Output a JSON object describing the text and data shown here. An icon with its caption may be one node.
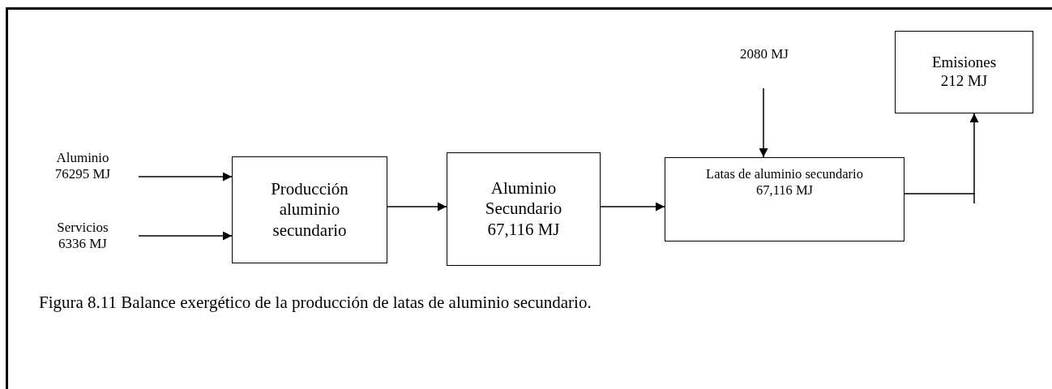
{
  "diagram": {
    "caption": "Figura 8.11 Balance exergético de la producción de latas de aluminio secundario.",
    "nodes": [
      {
        "text": [
          "Aluminio 76295 MJ"
        ]
      },
      {
        "text": [
          "Servicios 6336 MJ"
        ]
      },
      {
        "text": [
          "Producción aluminio secundario"
        ]
      },
      {
        "text": [
          "Aluminio Secundario 67,116 MJ"
        ]
      },
      {
        "text": [
          "Latas de aluminio secundario 67,116 MJ"
        ]
      },
      {
        "text": [
          "2080 MJ"
        ]
      },
      {
        "text": [
          "Emisiones 212 MJ"
        ]
      }
    ],
    "edges": [
      {
        "from": 0,
        "to": 2,
        "arrow": "to"
      },
      {
        "from": 1,
        "to": 2,
        "arrow": "to"
      },
      {
        "from": 2,
        "to": 3,
        "arrow": "to"
      },
      {
        "from": 3,
        "to": 4,
        "arrow": "to"
      },
      {
        "from": 5,
        "to": 4,
        "arrow": "to"
      },
      {
        "from": 4,
        "to": 6,
        "arrow": "to"
      }
    ]
  }
}
